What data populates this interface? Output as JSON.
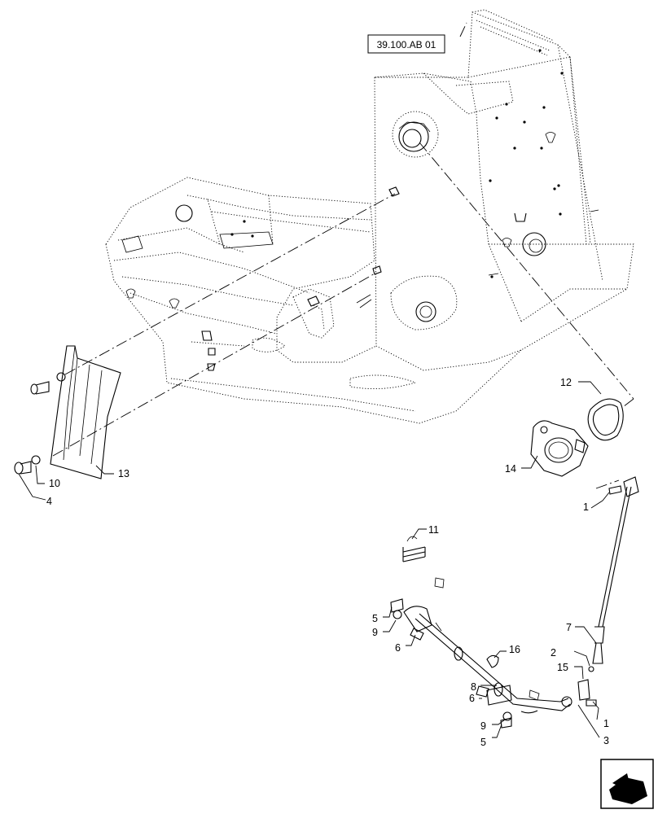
{
  "reference_label": "39.100.AB 01",
  "callouts": {
    "c1a": "1",
    "c1b": "1",
    "c2": "2",
    "c3": "3",
    "c4": "4",
    "c5a": "5",
    "c5b": "5",
    "c6a": "6",
    "c6b": "6",
    "c7": "7",
    "c8": "8",
    "c9a": "9",
    "c9b": "9",
    "c10": "10",
    "c11": "11",
    "c12": "12",
    "c13": "13",
    "c14": "14",
    "c15": "15",
    "c16": "16"
  }
}
